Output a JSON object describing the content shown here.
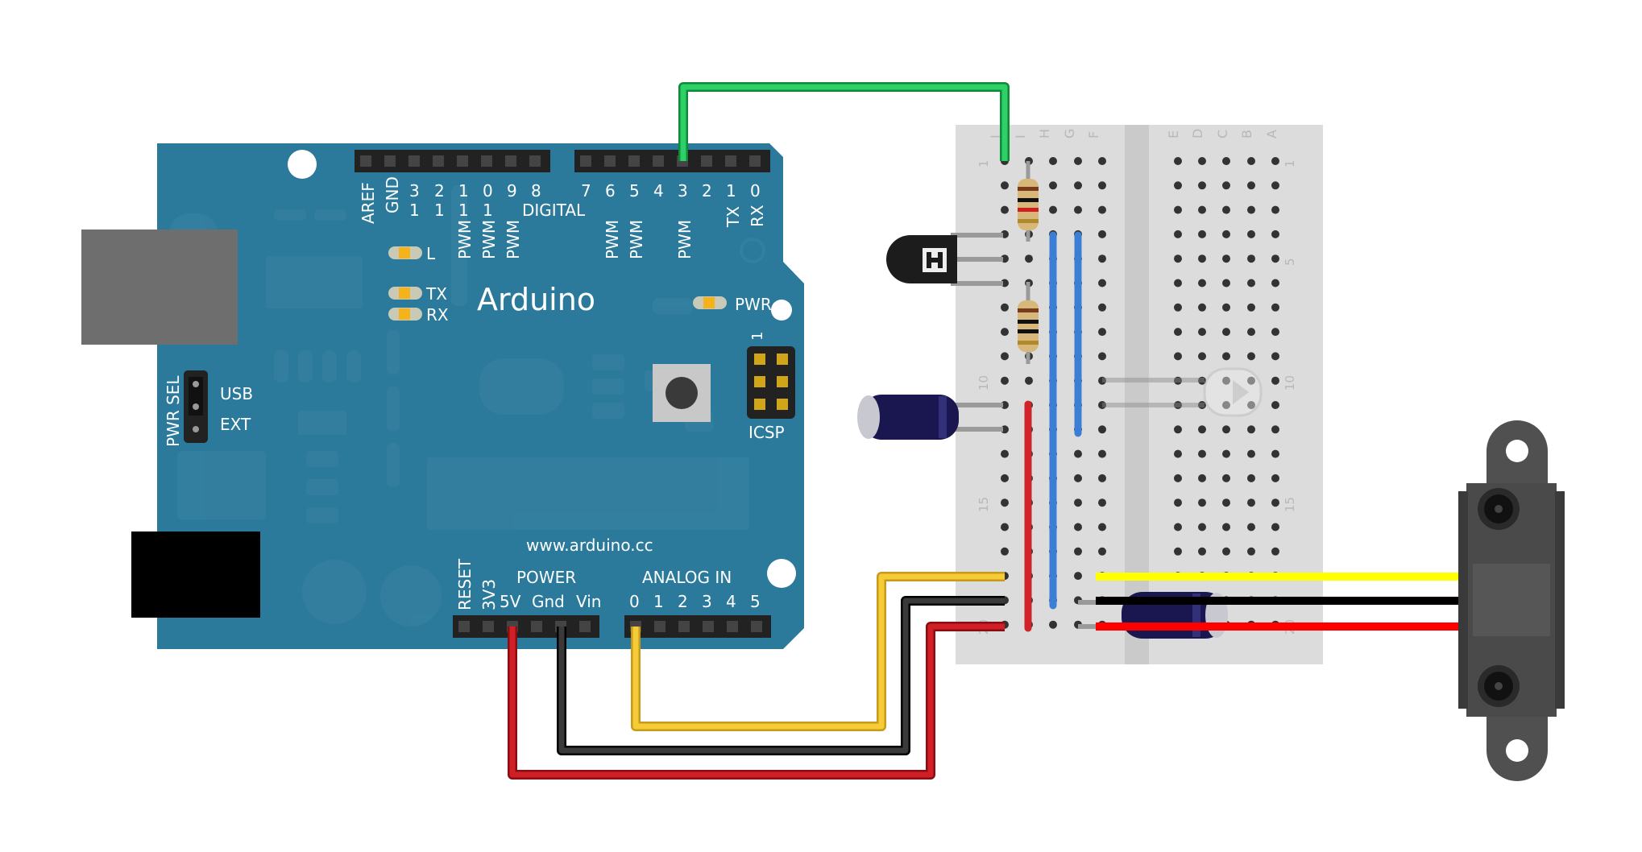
{
  "arduino": {
    "brand": "Arduino",
    "website": "www.arduino.cc",
    "digital_header": "DIGITAL",
    "digital_pins": [
      "AREF",
      "GND",
      "13",
      "12",
      "11",
      "10",
      "9",
      "8",
      "7",
      "6",
      "5",
      "4",
      "3",
      "2",
      "1",
      "0"
    ],
    "digital_top_row": [
      "3",
      "2",
      "1",
      "0",
      "9",
      "8"
    ],
    "digital_bottom_row": [
      "1",
      "1",
      "1",
      "1"
    ],
    "digital_right": [
      "7",
      "6",
      "5",
      "4",
      "3",
      "2",
      "1",
      "0"
    ],
    "pwm_label": "PWM",
    "tx_label": "TX",
    "rx_label": "RX",
    "aref_label": "AREF",
    "gnd_label": "GND",
    "led_l": "L",
    "led_tx": "TX",
    "led_rx": "RX",
    "led_pwr": "PWR",
    "pwr_sel": "PWR SEL",
    "usb": "USB",
    "ext": "EXT",
    "icsp": "ICSP",
    "icsp_pin1": "1",
    "power_header": "POWER",
    "analog_header": "ANALOG IN",
    "power_pins": [
      "RESET",
      "3V3",
      "5V",
      "Gnd",
      "Vin"
    ],
    "analog_pins": [
      "0",
      "1",
      "2",
      "3",
      "4",
      "5"
    ]
  },
  "breadboard": {
    "columns_left": [
      "J",
      "I",
      "H",
      "G",
      "F"
    ],
    "columns_right": [
      "E",
      "D",
      "C",
      "B",
      "A"
    ],
    "row_marks": [
      "1",
      "5",
      "10",
      "15",
      "20"
    ]
  },
  "colors": {
    "board": "#2b7a9b",
    "wire_green": "#1eb24a",
    "wire_yellow": "#f2c12e",
    "wire_black": "#222222",
    "wire_red": "#c8161d",
    "sensor_wire_yellow": "#ffff00",
    "sensor_wire_red": "#ff0000",
    "rail_blue": "#3b7fd4",
    "rail_red": "#d0232a"
  }
}
